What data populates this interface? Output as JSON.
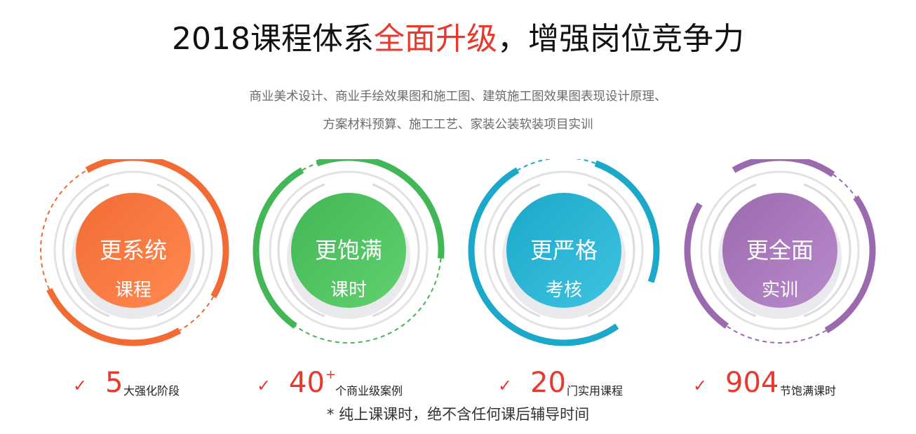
{
  "header": {
    "title_prefix": "2018课程体系",
    "title_highlight": "全面升级",
    "title_suffix": "，增强岗位竞争力",
    "subtitle_line1": "商业美术设计、商业手绘效果图和施工图、建筑施工图效果图表现设计原理、",
    "subtitle_line2": "方案材料预算、施工工艺、家装公装软装项目实训"
  },
  "features": [
    {
      "line1": "更系统",
      "line2": "课程",
      "color": "#f26b34",
      "color_light": "#ff8a52"
    },
    {
      "line1": "更饱满",
      "line2": "课时",
      "color": "#43b655",
      "color_light": "#62d170"
    },
    {
      "line1": "更严格",
      "line2": "考核",
      "color": "#1ba8c9",
      "color_light": "#3fc3e2"
    },
    {
      "line1": "更全面",
      "line2": "实训",
      "color": "#9b6aae",
      "color_light": "#b98bcb"
    }
  ],
  "stats": [
    {
      "check": "✓",
      "number": "5",
      "sup": "",
      "text": "大强化阶段"
    },
    {
      "check": "✓",
      "number": "40",
      "sup": "+",
      "text": "个商业级案例"
    },
    {
      "check": "✓",
      "number": "20",
      "sup": "",
      "text": "门实用课程"
    },
    {
      "check": "✓",
      "number": "904",
      "sup": "",
      "text": "节饱满课时"
    }
  ],
  "footnote": "* 纯上课课时，绝不含任何课后辅导时间",
  "accent_color": "#e63a2e"
}
